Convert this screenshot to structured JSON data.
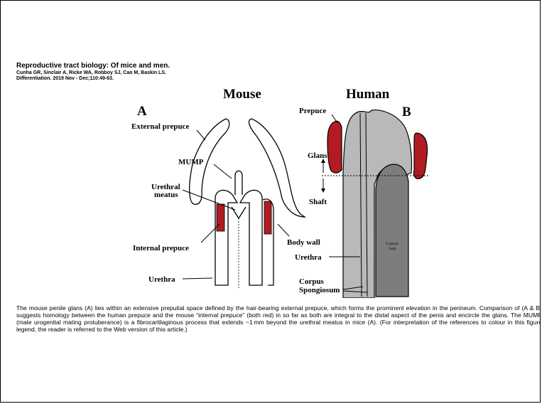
{
  "citation": {
    "title": "Reproductive tract biology: Of mice and men.",
    "authors": "Cunha GR, Sinclair A, Ricke WA, Robboy SJ, Cao M, Baskin LS.",
    "journal": "Differentiation. 2019 Nov - Dec;110:49-63."
  },
  "figure": {
    "mouse": {
      "heading": "Mouse",
      "panel_letter": "A",
      "labels": {
        "external_prepuce": "External prepuce",
        "mump": "MUMP",
        "urethral_meatus_1": "Urethral",
        "urethral_meatus_2": "meatus",
        "internal_prepuce": "Internal prepuce",
        "body_wall": "Body wall",
        "urethra": "Urethra"
      }
    },
    "human": {
      "heading": "Human",
      "panel_letter": "B",
      "labels": {
        "prepuce": "Prepuce",
        "glans": "Glans",
        "shaft": "Shaft",
        "urethra": "Urethra",
        "corporal_body_1": "Corporal",
        "corporal_body_2": "body",
        "corpus_1": "Corpus",
        "corpus_2": "Spongiosum"
      }
    },
    "colors": {
      "prepuce_red": "#b01c22",
      "glans_gray": "#b9b9b9",
      "corpus_gray": "#7d7d7d"
    }
  },
  "caption": "The mouse penile glans (A) lies within an extensive preputial space defined by the hair-bearing external prepuce, which forms the prominent elevation in the perineum. Comparison of (A & B) suggests homology between the human prepuce and the mouse “internal prepuce” (both red) in so far as both are integral to the distal aspect of the penis and encircle the glans. The MUMP (male urogenital mating protuberance) is a fibrocartilaginous process that extends ~1 mm beyond the urethral meatus in mice (A). (For interpretation of the references to colour in this figure legend, the reader is referred to the Web version of this article.)"
}
